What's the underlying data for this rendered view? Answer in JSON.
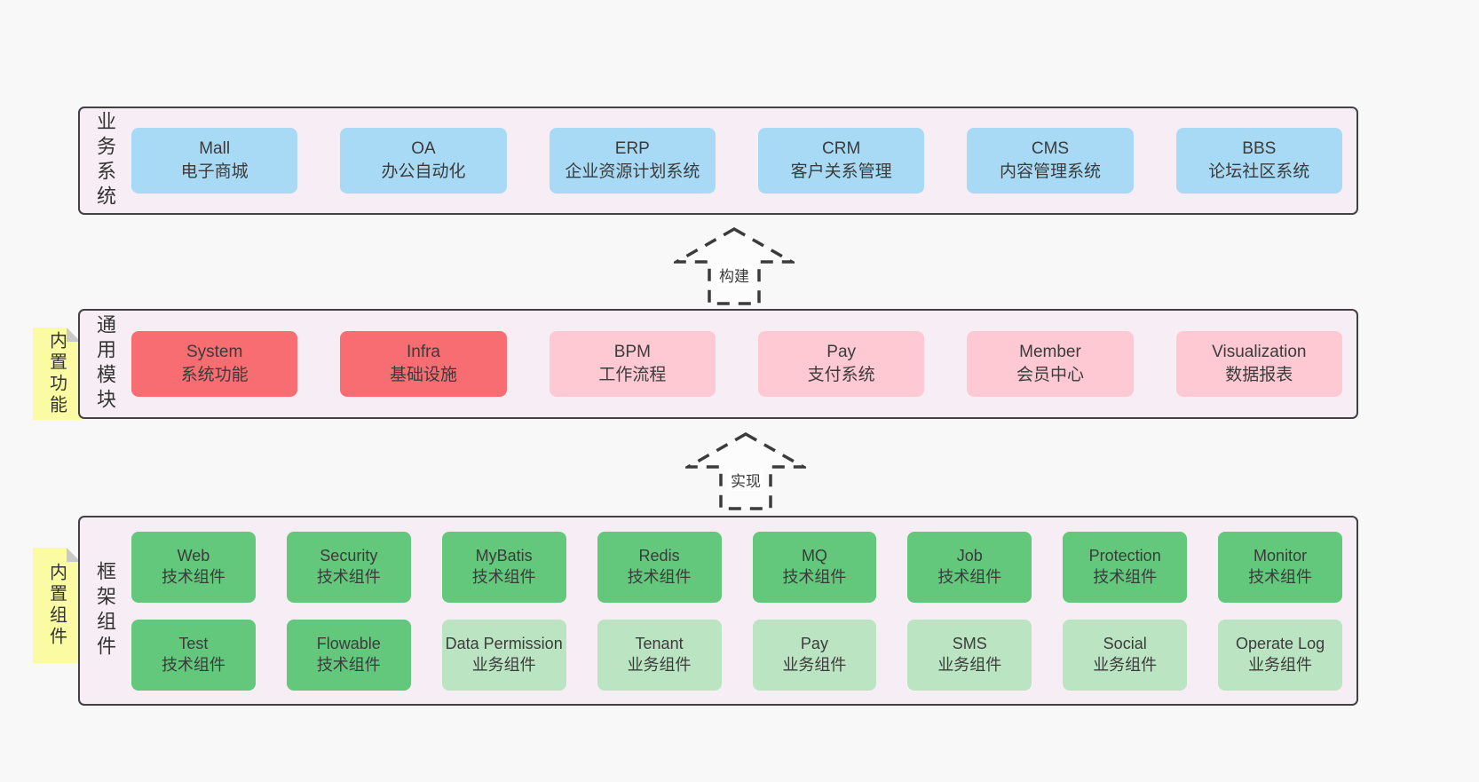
{
  "title": "Framework architecture diagram",
  "colors": {
    "page_bg": "#f8f8f8",
    "band_bg": "#f7edf5",
    "band_border": "#414141",
    "blue": "#a8daf5",
    "red": "#f76d72",
    "pink": "#fec9d2",
    "green": "#63c77c",
    "light_green": "#bbe5c2",
    "sticky_yellow": "#fbfba3",
    "sticky_fold": "#c9c9c9",
    "text": "#3b3b3b"
  },
  "arrows": [
    {
      "label": "构建"
    },
    {
      "label": "实现"
    }
  ],
  "bands": [
    {
      "label": "业务系统",
      "boxes": [
        {
          "title": "Mall",
          "subtitle": "电子商城",
          "color": "#a8daf5"
        },
        {
          "title": "OA",
          "subtitle": "办公自动化",
          "color": "#a8daf5"
        },
        {
          "title": "ERP",
          "subtitle": "企业资源计划系统",
          "color": "#a8daf5"
        },
        {
          "title": "CRM",
          "subtitle": "客户关系管理",
          "color": "#a8daf5"
        },
        {
          "title": "CMS",
          "subtitle": "内容管理系统",
          "color": "#a8daf5"
        },
        {
          "title": "BBS",
          "subtitle": "论坛社区系统",
          "color": "#a8daf5"
        }
      ]
    },
    {
      "label": "通用模块",
      "sticky": "内置功能",
      "boxes": [
        {
          "title": "System",
          "subtitle": "系统功能",
          "color": "#f76d72"
        },
        {
          "title": "Infra",
          "subtitle": "基础设施",
          "color": "#f76d72"
        },
        {
          "title": "BPM",
          "subtitle": "工作流程",
          "color": "#fec9d2"
        },
        {
          "title": "Pay",
          "subtitle": "支付系统",
          "color": "#fec9d2"
        },
        {
          "title": "Member",
          "subtitle": "会员中心",
          "color": "#fec9d2"
        },
        {
          "title": "Visualization",
          "subtitle": "数据报表",
          "color": "#fec9d2"
        }
      ]
    },
    {
      "label": "框架组件",
      "sticky": "内置组件",
      "rows": [
        [
          {
            "title": "Web",
            "subtitle": "技术组件",
            "color": "#63c77c"
          },
          {
            "title": "Security",
            "subtitle": "技术组件",
            "color": "#63c77c"
          },
          {
            "title": "MyBatis",
            "subtitle": "技术组件",
            "color": "#63c77c"
          },
          {
            "title": "Redis",
            "subtitle": "技术组件",
            "color": "#63c77c"
          },
          {
            "title": "MQ",
            "subtitle": "技术组件",
            "color": "#63c77c"
          },
          {
            "title": "Job",
            "subtitle": "技术组件",
            "color": "#63c77c"
          },
          {
            "title": "Protection",
            "subtitle": "技术组件",
            "color": "#63c77c"
          },
          {
            "title": "Monitor",
            "subtitle": "技术组件",
            "color": "#63c77c"
          }
        ],
        [
          {
            "title": "Test",
            "subtitle": "技术组件",
            "color": "#63c77c"
          },
          {
            "title": "Flowable",
            "subtitle": "技术组件",
            "color": "#63c77c"
          },
          {
            "title": "Data Permission",
            "subtitle": "业务组件",
            "color": "#bbe5c2"
          },
          {
            "title": "Tenant",
            "subtitle": "业务组件",
            "color": "#bbe5c2"
          },
          {
            "title": "Pay",
            "subtitle": "业务组件",
            "color": "#bbe5c2"
          },
          {
            "title": "SMS",
            "subtitle": "业务组件",
            "color": "#bbe5c2"
          },
          {
            "title": "Social",
            "subtitle": "业务组件",
            "color": "#bbe5c2"
          },
          {
            "title": "Operate Log",
            "subtitle": "业务组件",
            "color": "#bbe5c2"
          }
        ]
      ]
    }
  ]
}
